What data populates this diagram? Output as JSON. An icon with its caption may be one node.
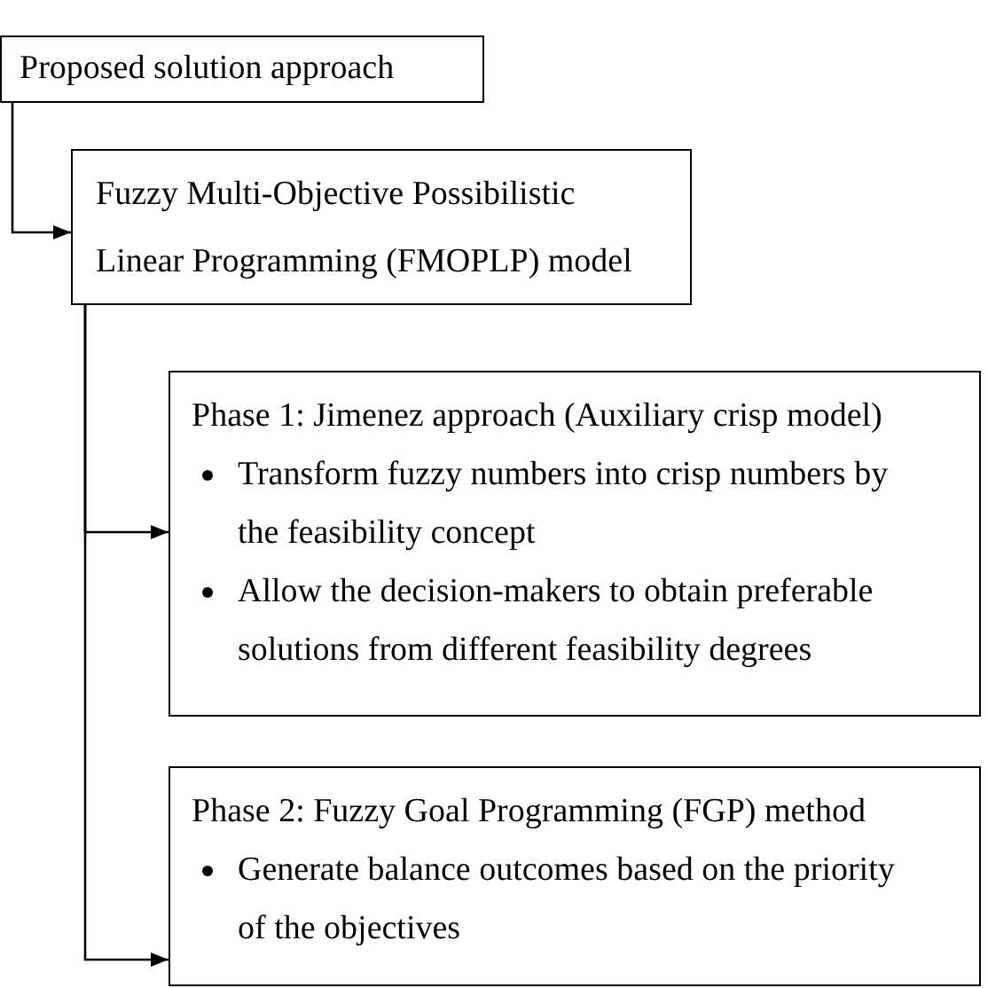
{
  "diagram": {
    "nodes": [
      {
        "text": [
          "Proposed solution approach"
        ]
      },
      {
        "text": [
          "Fuzzy Multi-Objective Possibilistic Linear Programming (FMOPLP) model"
        ]
      },
      {
        "text": [
          "Phase 1: Jimenez approach (Auxiliary crisp model)",
          "Transform fuzzy numbers into crisp numbers by the feasibility concept",
          "Allow the decision-makers to obtain preferable solutions from different feasibility degrees"
        ]
      },
      {
        "text": [
          "Phase 2: Fuzzy Goal Programming (FGP) method",
          "Generate balance outcomes based on the priority of the objectives"
        ]
      }
    ],
    "edges": [
      {
        "from": 0,
        "to": 1,
        "arrow": "to"
      },
      {
        "from": 1,
        "to": 2,
        "arrow": "to"
      },
      {
        "from": 1,
        "to": 3,
        "arrow": "to"
      }
    ]
  }
}
